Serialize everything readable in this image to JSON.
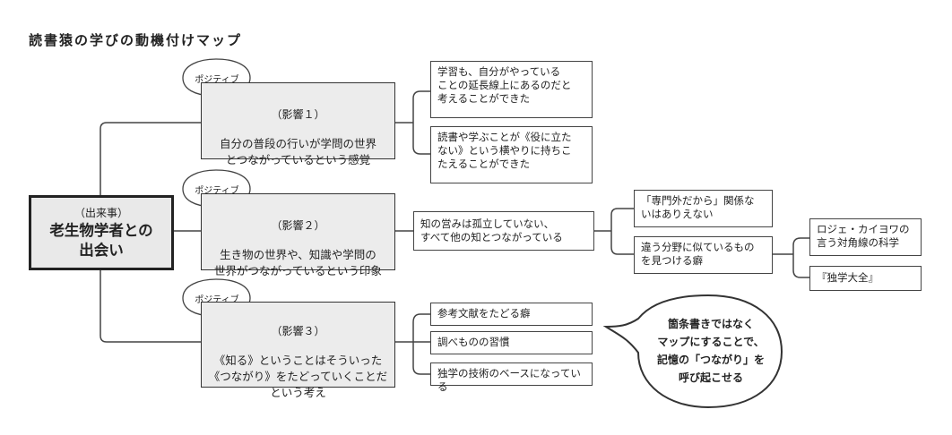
{
  "title": "読書猿の学びの動機付けマップ",
  "root": {
    "sub": "（出来事）",
    "main": "老生物学者との\n出会い"
  },
  "positive_tag": "ポジティブ",
  "impacts": [
    {
      "label": "（影響１）",
      "text": "自分の普段の行いが学問の世界\nとつながっているという感覚"
    },
    {
      "label": "（影響２）",
      "text": "生き物の世界や、知識や学問の\n世界がつながっているという印象"
    },
    {
      "label": "（影響３）",
      "text": "《知る》ということはそういった\n《つながり》をたどっていくことだ\nという考え"
    }
  ],
  "impact1_children": [
    "学習も、自分がやっている\nことの延長線上にあるのだと\n考えることができた",
    "読書や学ぶことが《役に立た\nない》という横やりに持ちこ\nたえることができた"
  ],
  "impact2_child": "知の営みは孤立していない、\nすべて他の知とつながっている",
  "impact2_grand": [
    "「専門外だから」関係な\nいはありえない",
    "違う分野に似ているもの\nを見つける癖"
  ],
  "impact2_great": [
    "ロジェ・カイヨワの\n言う対角線の科学",
    "『独学大全』"
  ],
  "impact3_children": [
    "参考文献をたどる癖",
    "調べものの習慣",
    "独学の技術のベースになっている"
  ],
  "callout": "箇条書きではなく\nマップにすることで、\n記憶の「つながり」を\n呼び起こせる"
}
